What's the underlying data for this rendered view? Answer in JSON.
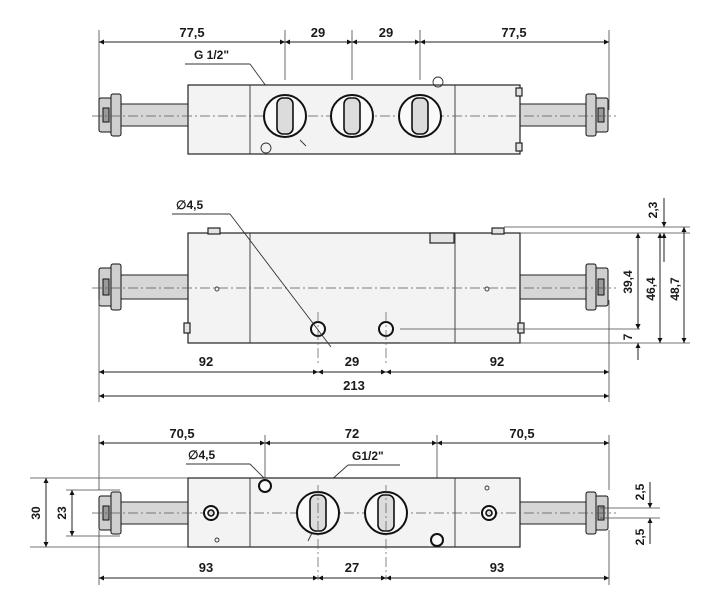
{
  "top_view": {
    "dims": [
      "77,5",
      "29",
      "29",
      "77,5"
    ],
    "port_label": "G 1/2\""
  },
  "front_view": {
    "hole_label": "∅4,5",
    "horizontal_dims": [
      "92",
      "29",
      "92"
    ],
    "overall_length": "213",
    "vertical_dims": [
      "2,3",
      "39,4",
      "46,4",
      "48,7",
      "7"
    ]
  },
  "bottom_view": {
    "dims_top": [
      "70,5",
      "72",
      "70,5"
    ],
    "hole_label": "∅4,5",
    "port_label": "G1/2\"",
    "dims_bottom": [
      "93",
      "27",
      "93"
    ],
    "left_dims": [
      "30",
      "23"
    ],
    "right_dims": [
      "2,5",
      "2,5"
    ]
  }
}
